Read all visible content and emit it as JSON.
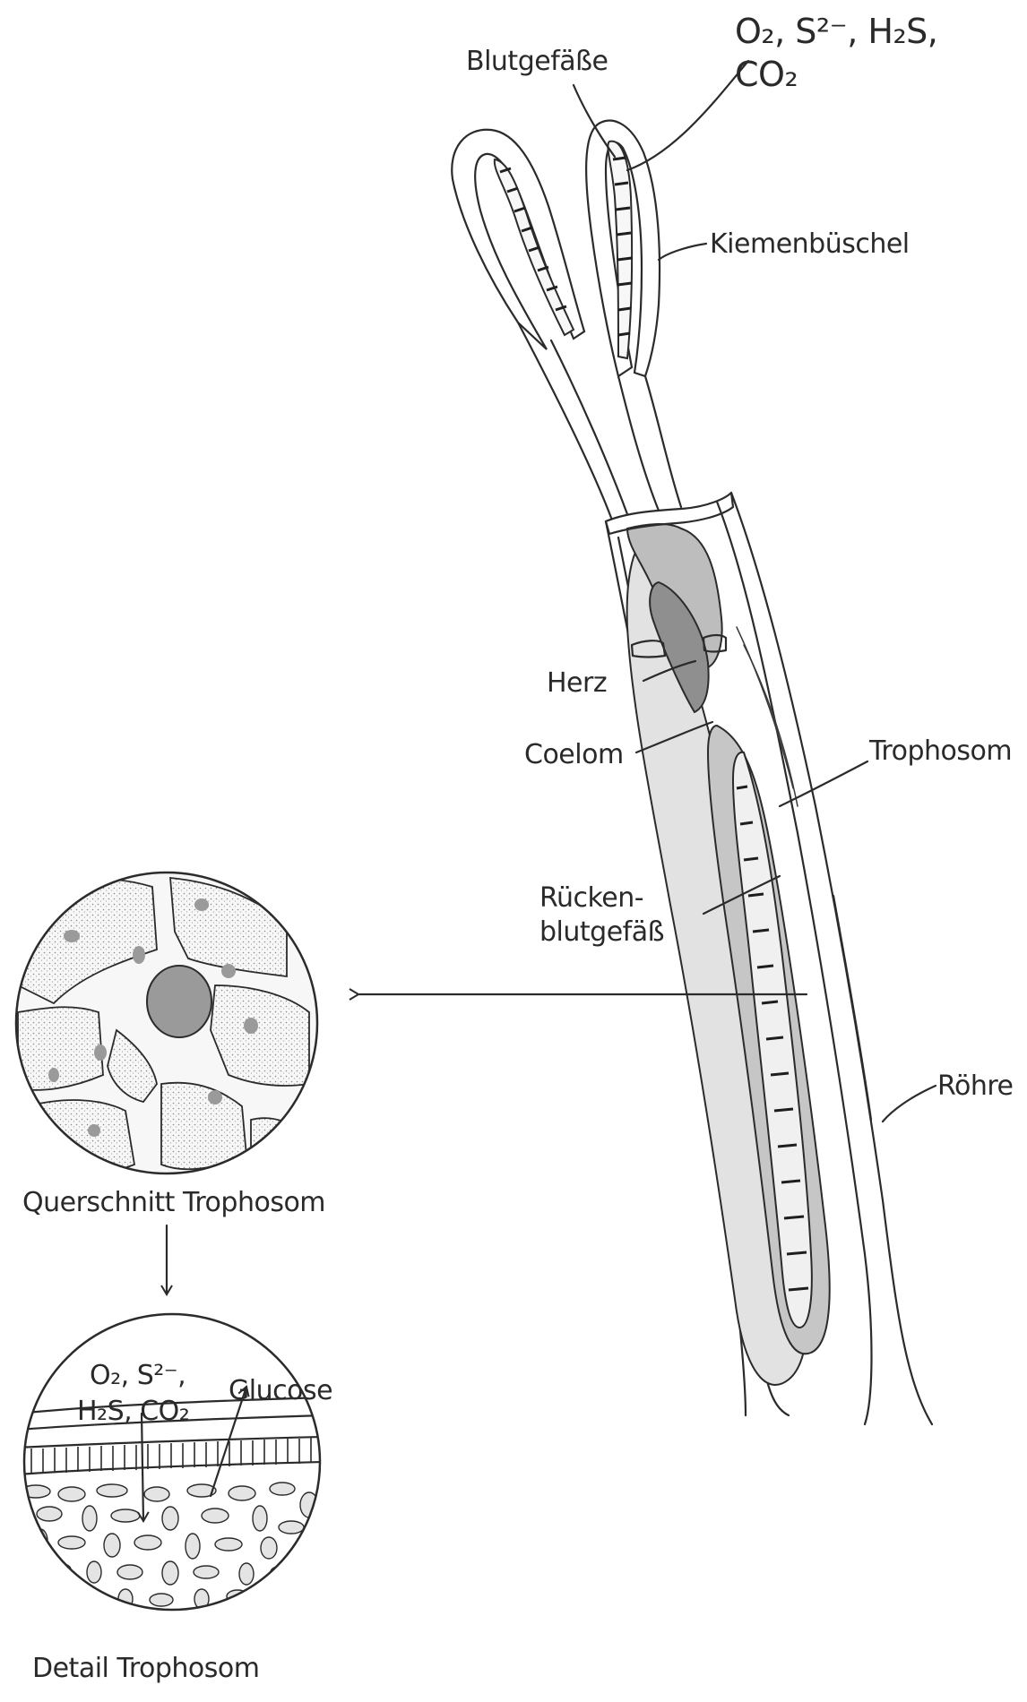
{
  "labels": {
    "blutgefaesse": "Blutgefäße",
    "gases_top_line1": "O₂, S²⁻, H₂S,",
    "gases_top_line2": "CO₂",
    "kiemenbueschel": "Kiemenbüschel",
    "herz": "Herz",
    "coelom": "Coelom",
    "trophosom": "Trophosom",
    "ruecken_line1": "Rücken-",
    "ruecken_line2": "blutgefäß",
    "roehre": "Röhre",
    "querschnitt": "Querschnitt Trophosom",
    "detail_gases_line1": "O₂, S²⁻,",
    "detail_gases_line2": "H₂S, CO₂",
    "glucose": "Glucose",
    "detail": "Detail Trophosom"
  },
  "colors": {
    "ink": "#2b2b2b",
    "tissue_light": "#d4d4d4",
    "tissue_mid": "#b9b9b9",
    "heart": "#8f8f8f",
    "cell_fill": "#f4f4f4",
    "nucleus": "#9a9a9a"
  }
}
